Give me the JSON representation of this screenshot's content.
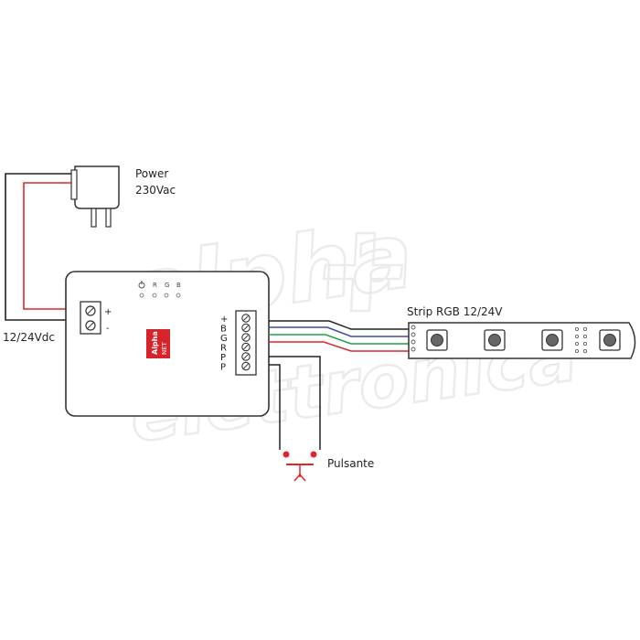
{
  "labels": {
    "power_line1": "Power",
    "power_line2": "230Vac",
    "dc_supply": "12/24Vdc",
    "strip": "Strip RGB 12/24V",
    "button": "Pulsante"
  },
  "watermark": {
    "line1": "alpha",
    "line2": "elettronica"
  },
  "controller": {
    "brand_line1": "Alpha",
    "brand_line2": "NET",
    "input_plus": "+",
    "input_minus": "-",
    "output_pins": [
      "+",
      "B",
      "G",
      "R",
      "P",
      "P"
    ],
    "led_labels": [
      "R",
      "G",
      "B"
    ]
  },
  "colors": {
    "wire_red": "#e0262b",
    "wire_green": "#21a04a",
    "wire_blue": "#3b4aa8",
    "wire_black": "#222222",
    "brand_red": "#d8232a",
    "outline": "#333333",
    "watermark": "#e6e6e6"
  }
}
